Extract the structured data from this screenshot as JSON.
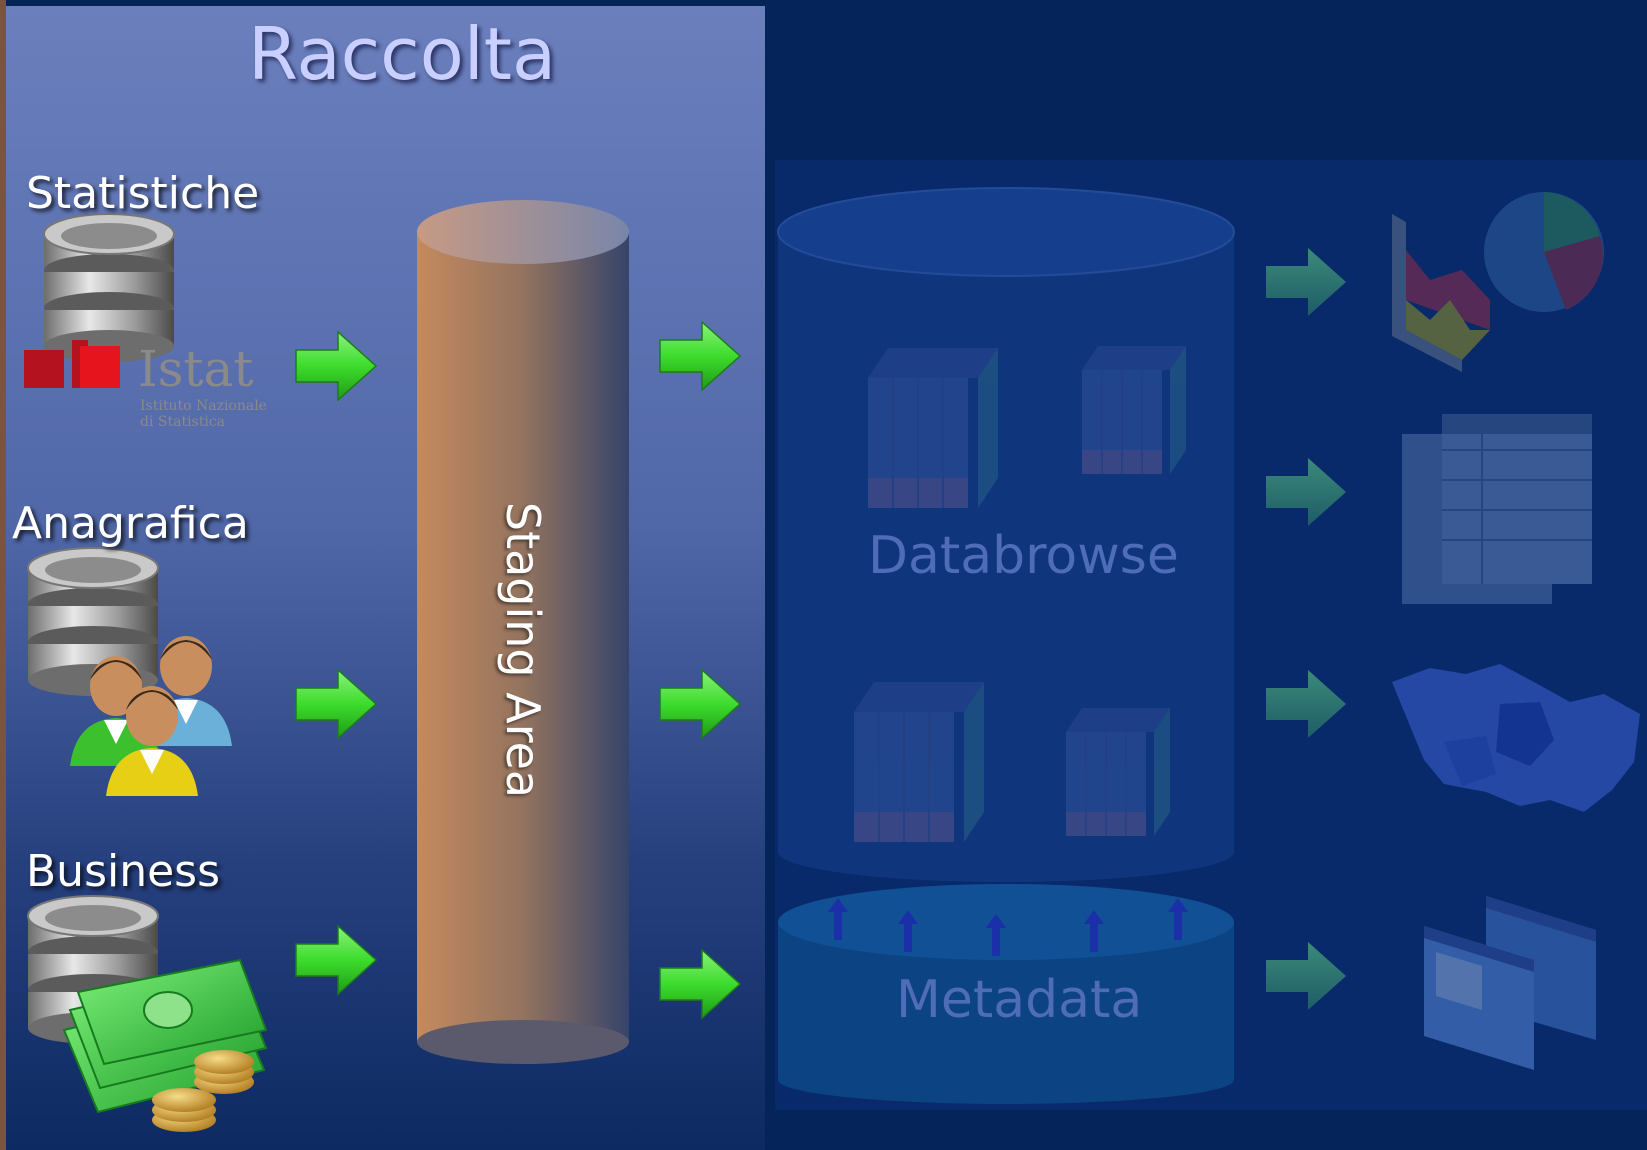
{
  "title": "Raccolta",
  "sources": [
    {
      "label": "Statistiche",
      "icon": "database-istat-icon",
      "logo_text": "Istat",
      "logo_subtext_1": "Istituto Nazionale",
      "logo_subtext_2": "di Statistica"
    },
    {
      "label": "Anagrafica",
      "icon": "database-people-icon"
    },
    {
      "label": "Business",
      "icon": "database-money-icon"
    }
  ],
  "staging": {
    "label": "Staging Area"
  },
  "warehouse": {
    "databrowse_label": "Databrowse",
    "metadata_label": "Metadata"
  },
  "outputs": [
    "chart-report-icon",
    "document-report-icon",
    "map-icon",
    "web-window-icon"
  ],
  "colors": {
    "background": "#042456",
    "raccolta_panel_top": "#6b7fbd",
    "raccolta_panel_bottom": "#0d2a62",
    "staging_left": "#c48a5e",
    "staging_right": "#36446a",
    "arrow": "#3ddc2c",
    "faded_text": "#4e6cb7"
  }
}
